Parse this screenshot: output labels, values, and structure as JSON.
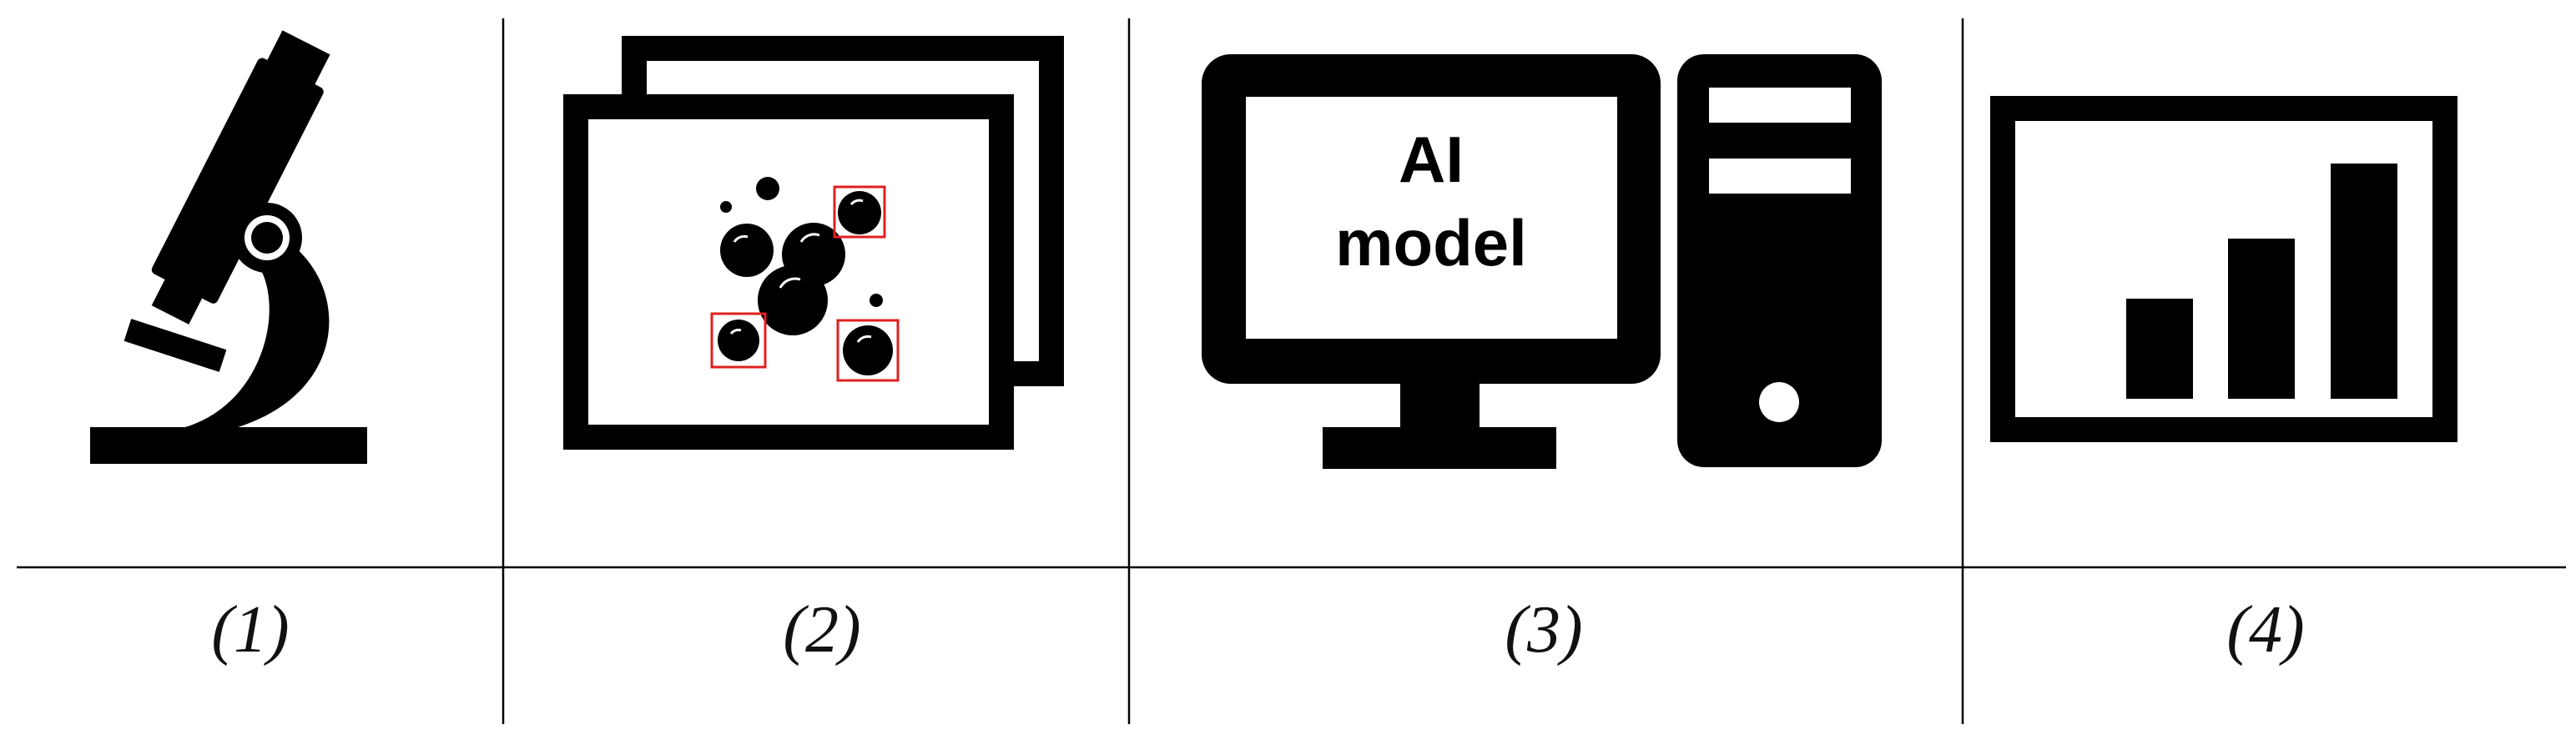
{
  "panels": [
    {
      "caption": "(1)",
      "icon": "microscope-icon"
    },
    {
      "caption": "(2)",
      "icon": "image-stack-icon"
    },
    {
      "caption": "(3)",
      "icon": "computer-icon",
      "screen_text": [
        "AI",
        "model"
      ]
    },
    {
      "caption": "(4)",
      "icon": "bar-chart-icon"
    }
  ],
  "colors": {
    "icon": "#000000",
    "detection_box": "#e02020",
    "line": "#000000"
  }
}
